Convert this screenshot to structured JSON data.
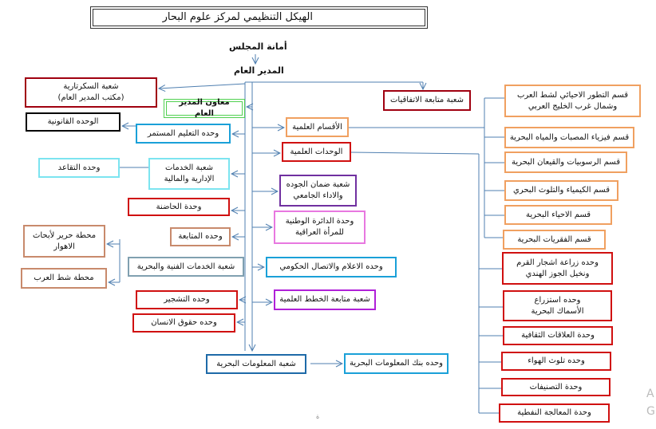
{
  "title": "الهيكل التنظيمي لمركز علوم البحار",
  "council": "أمانة المجلس",
  "director": "المدير العام",
  "left": {
    "secretariat": [
      "شعبة السكرتارية",
      "(مكتب المدير العام)"
    ],
    "deputy": "معاون المدير العام",
    "legal": "الوحده القانونية",
    "continuing_edu": "وحده التعليم المستمر",
    "retirement": "وحده التقاعد",
    "admin_services": [
      "شعبة الخدمات",
      "الإدارية والمالية"
    ],
    "nursery": "وحدة الحاضنة",
    "followup": "وحده المتابعة",
    "hareer_station": [
      "محطة حرير لأبحاث",
      "الاهوار"
    ],
    "shatt_station": "محطة شط العرب",
    "technical_services": "شعبة الخدمات الفنية والبحرية",
    "afforestation": "وحده التشجير",
    "human_rights": "وحده حقوق الانسان",
    "marine_info": "شعبة المعلومات البحرية",
    "marine_info_bank": "وحده بنك المعلومات البحرية"
  },
  "center": {
    "agreements": "شعبة متابعة الاتفاقيات",
    "sci_depts": "الأقسام العلمية",
    "sci_units": "الوحدات العلمية",
    "quality": [
      "شعبة ضمان الجوده",
      "والاداء الجامعي"
    ],
    "women": [
      "وحدة الدائرة الوطنية",
      "للمرأة العراقية"
    ],
    "media": "وحده الاعلام والاتصال الحكومي",
    "plans": "شعبة متابعة الخطط العلمية"
  },
  "departments": [
    [
      "قسم التطور الاحيائي لشط العرب",
      "وشمال غرب الخليج العربي"
    ],
    [
      "قسم فيزياء المصبات والمياه البحرية"
    ],
    [
      "قسم الرسوبيات والقيعان البحرية"
    ],
    [
      "قسم الكيمياء والتلوث البحري"
    ],
    [
      "قسم الاحياء البحرية"
    ],
    [
      "قسم الفقريات البحرية"
    ]
  ],
  "units": [
    [
      "وحده زراعة اشجار القرم",
      "ونخيل الجوز الهندي"
    ],
    [
      "وحده استزراع",
      "الأسماك البحرية"
    ],
    [
      "وحدة العلاقات الثقافية"
    ],
    [
      "وحده تلوث الهواء"
    ],
    [
      "وحدة التصنيفات"
    ],
    [
      "وحدة المعالجة النفطية"
    ]
  ],
  "page_mark": "ة",
  "watermark": [
    "A",
    "G"
  ]
}
